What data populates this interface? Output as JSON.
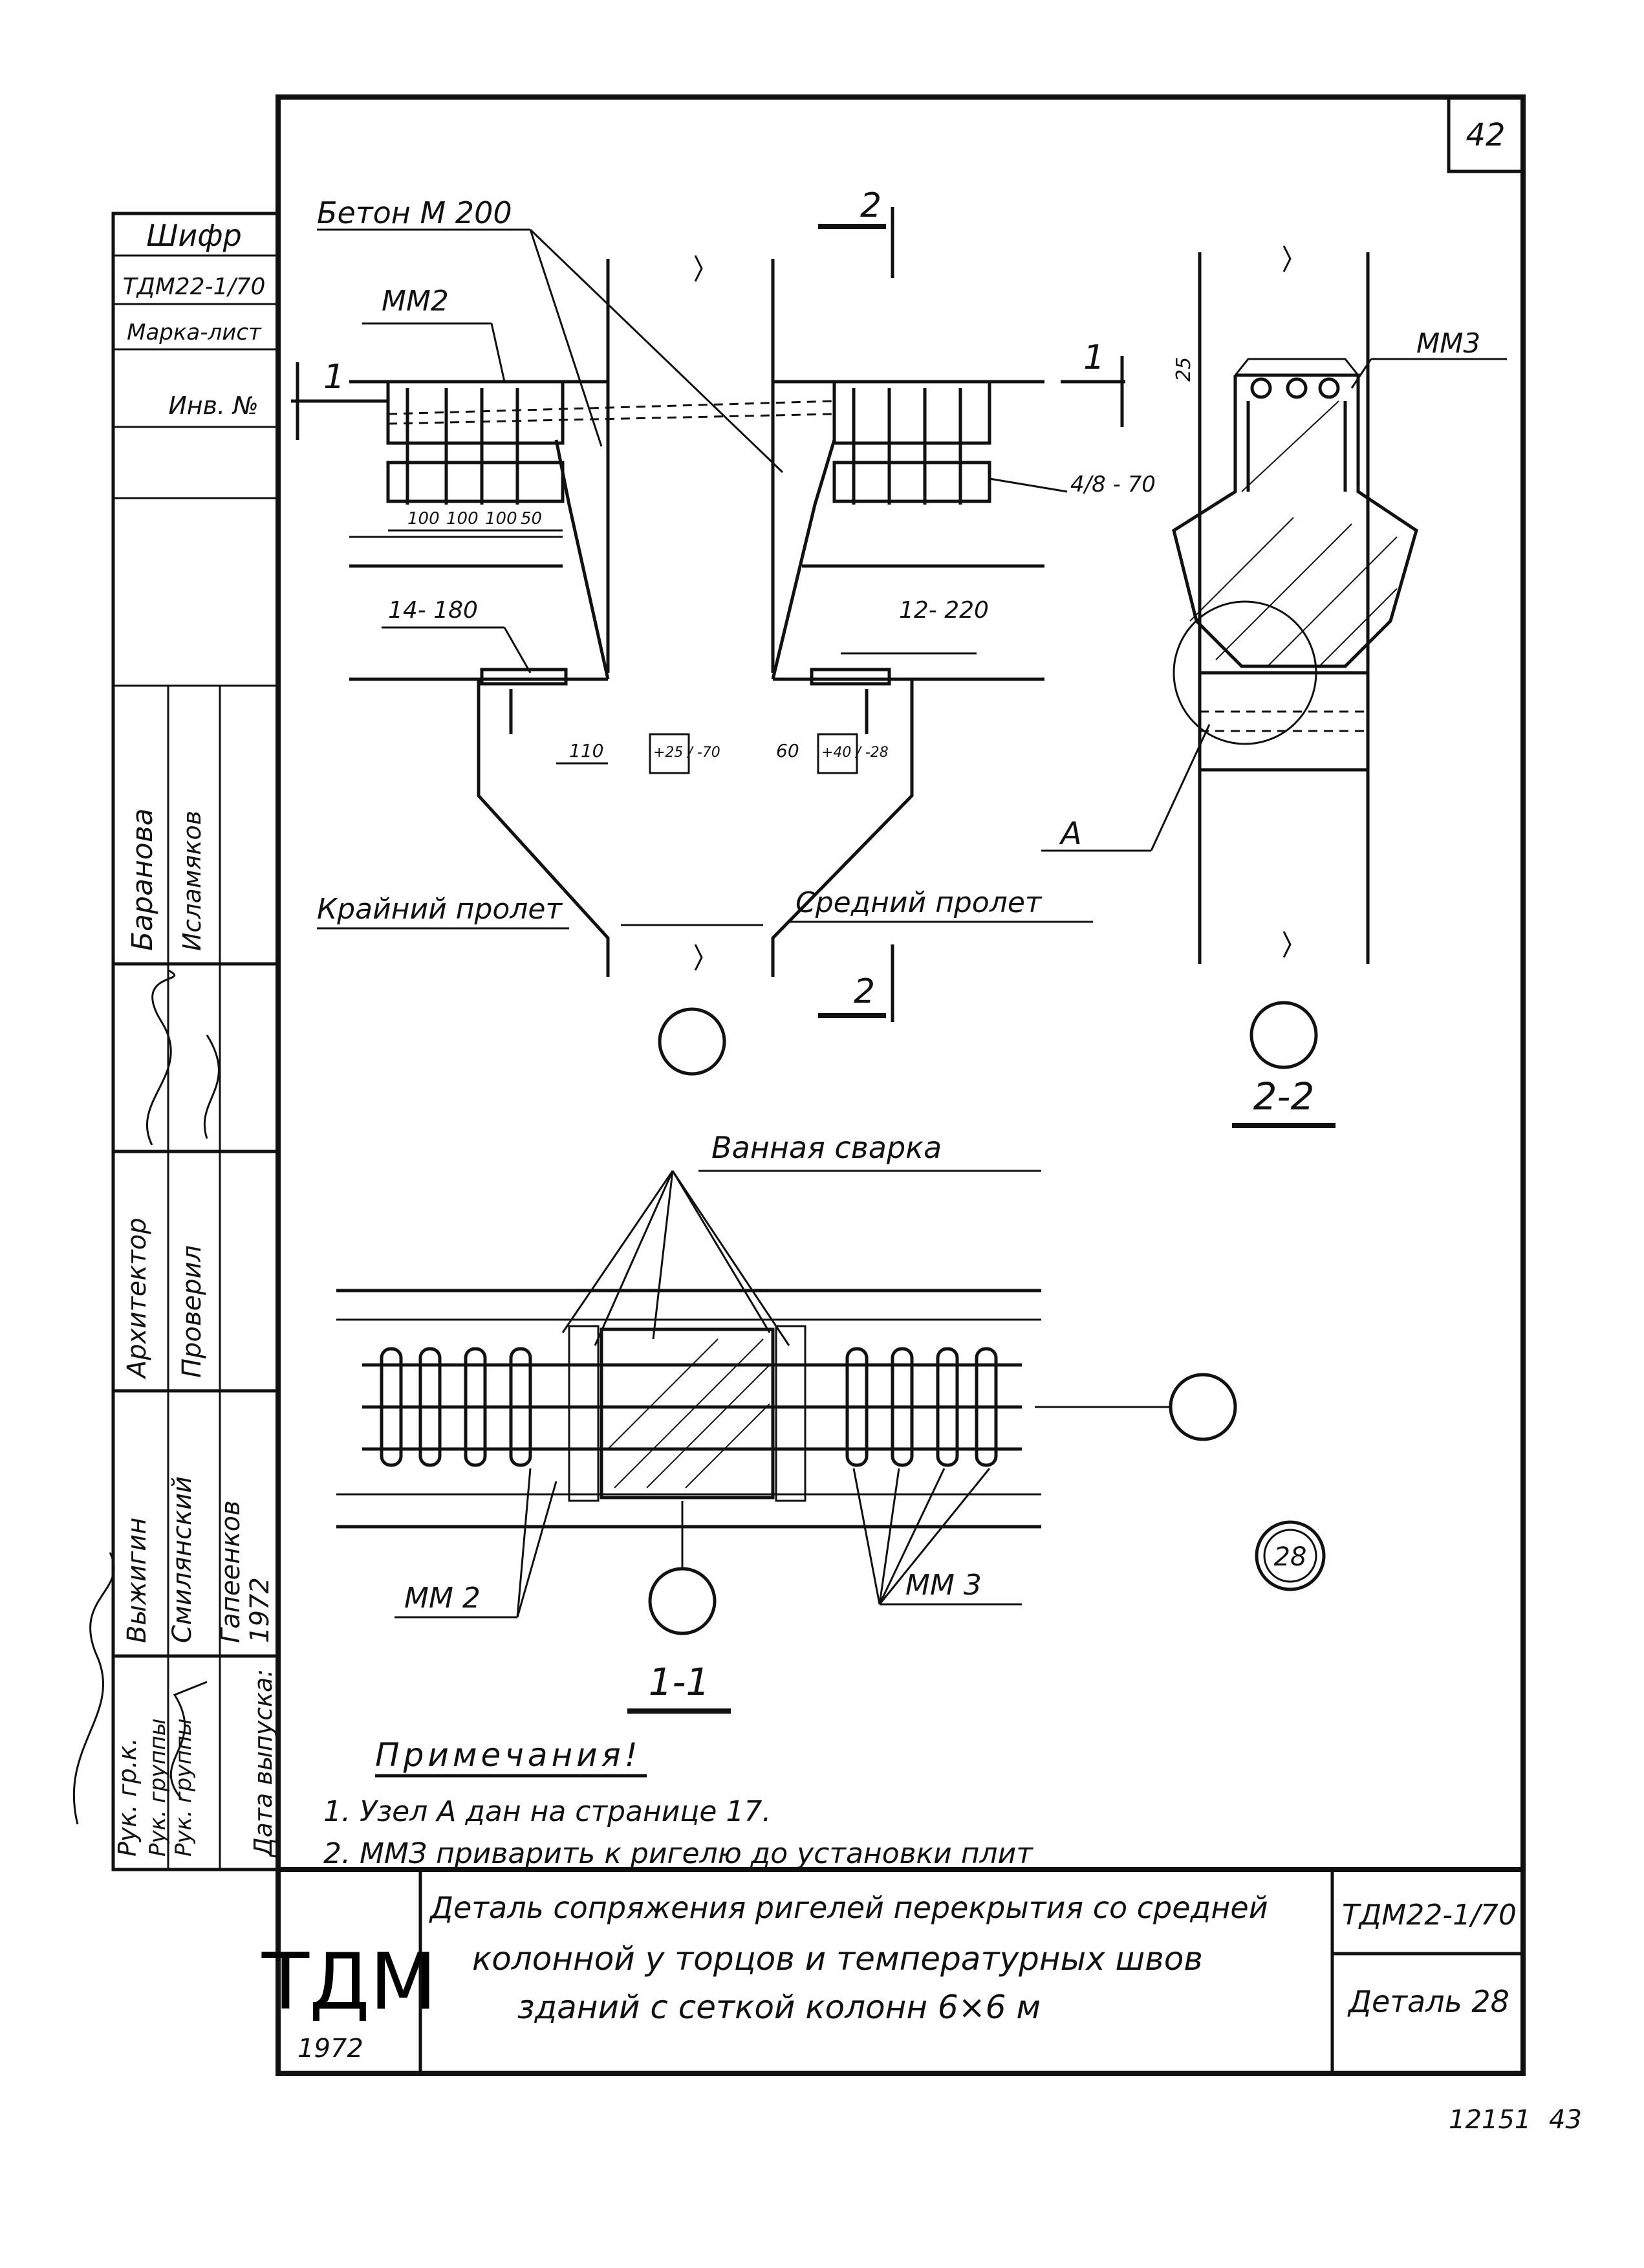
{
  "sheet": {
    "page_number": "42",
    "archive_number": "12151",
    "archive_sheet": "43"
  },
  "side_stamp": {
    "cipher_label": "Шифр",
    "cipher_value": "ТДМ22-1/70",
    "mark_sheet_label": "Марка-лист",
    "inventory_label": "Инв. №",
    "roles": [
      "Рук. гр.к.",
      "Рук. группы",
      "Рук. группы",
      "Дата выпуска:"
    ],
    "executors": [
      "Выжигин",
      "Смилянский",
      "Гапеенков",
      "1972"
    ],
    "architects": [
      "Архитектор",
      "Проверил"
    ],
    "approvals": [
      "Баранова",
      "Исламяков"
    ]
  },
  "top_view": {
    "concrete_label": "Бетон М 200",
    "section_mark_2": "2",
    "section_mark_1": "1",
    "mm2_label": "ММ2",
    "mm3_label": "ММ3",
    "dims": [
      "100",
      "100",
      "100",
      "50"
    ],
    "dim_25": "25",
    "weld_left": "14- 180",
    "weld_right": "12- 220",
    "weld_symbol": "4/8 - 70",
    "dim_110": "110",
    "dim_60": "60",
    "level_left": "+25 / -70",
    "level_right": "+40 / -28",
    "span_left": "Крайний пролет",
    "span_right": "Средний пролет",
    "node_a": "А"
  },
  "section_2_2": {
    "title": "2-2"
  },
  "section_1_1": {
    "weld_label": "Ванная сварка",
    "mm2_label": "ММ 2",
    "mm3_label": "ММ 3",
    "title": "1-1",
    "detail_number": "28"
  },
  "notes": {
    "title": "Примечания!",
    "items": [
      "1. Узел А дан на странице 17.",
      "2. ММЗ приварить к ригелю до установки плит"
    ]
  },
  "title_block": {
    "logo": "ТДМ",
    "year": "1972",
    "description_lines": [
      "Деталь сопряжения ригелей перекрытия со средней",
      "колонной у торцов и температурных швов",
      "зданий с сеткой колонн 6×6 м"
    ],
    "cipher": "ТДМ22-1/70",
    "detail": "Деталь 28"
  }
}
